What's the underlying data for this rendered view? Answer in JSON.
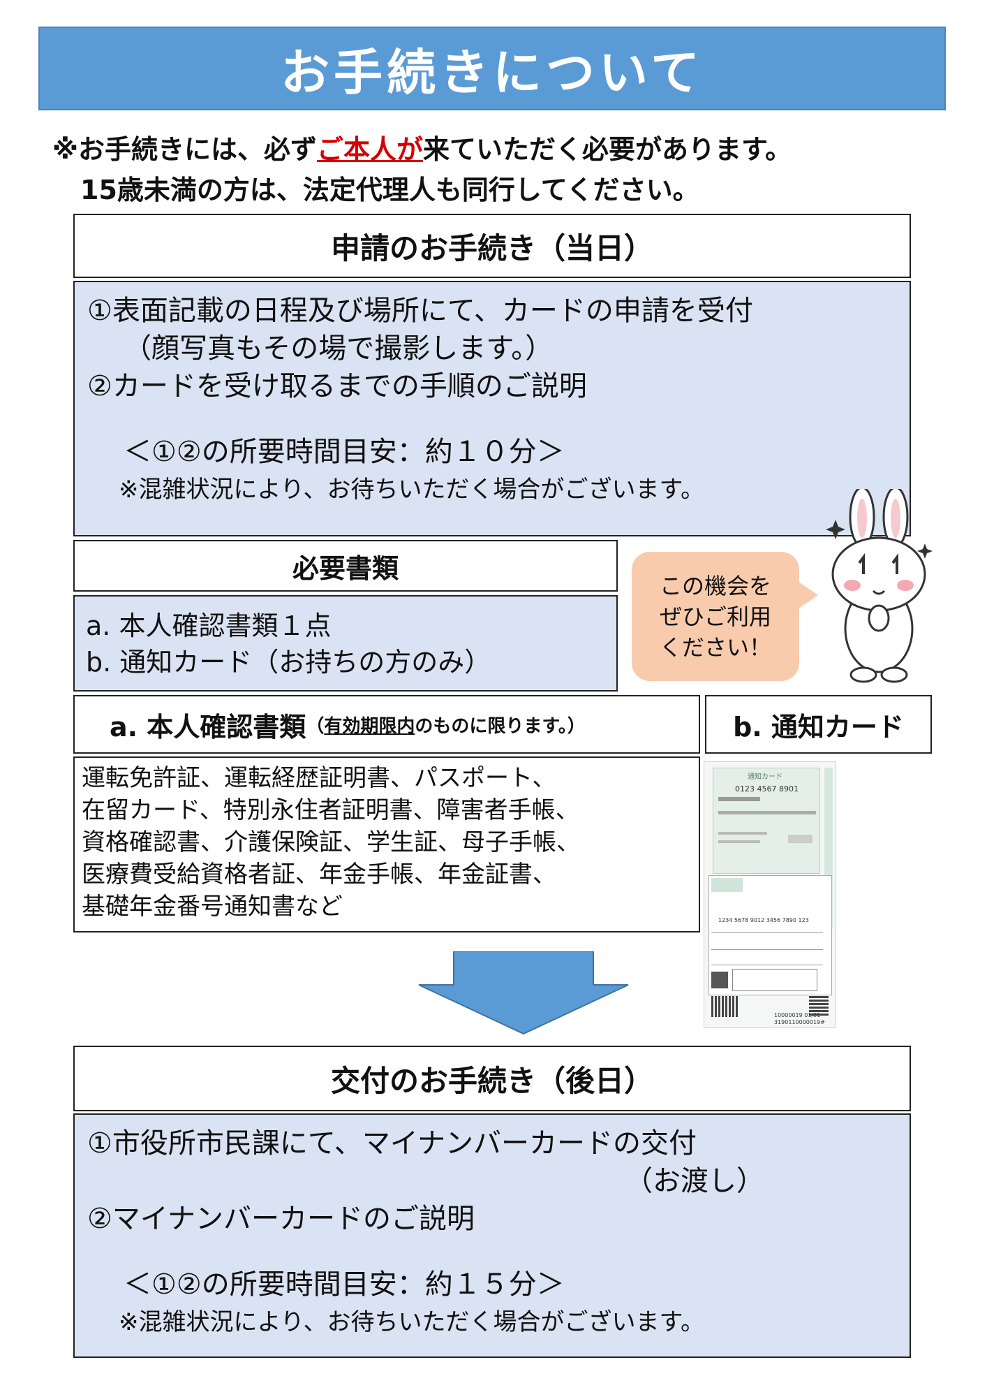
{
  "banner": {
    "title": "お手続きについて"
  },
  "notice": {
    "line1_pre": "※お手続きには、必ず",
    "line1_red": "ご本人が",
    "line1_post": "来ていただく必要があります。",
    "line2": "15歳未満の方は、法定代理人も同行してください。"
  },
  "application": {
    "header": "申請のお手続き（当日）",
    "step1": "①表面記載の日程及び場所にて、カードの申請を受付",
    "step1_sub": "（顔写真もその場で撮影します。）",
    "step2": "②カードを受け取るまでの手順のご説明",
    "time": "＜①②の所要時間目安：約１０分＞",
    "note": "※混雑状況により、お待ちいただく場合がございます。"
  },
  "required_docs": {
    "header": "必要書類",
    "item_a": "a.  本人確認書類１点",
    "item_b": "b.  通知カード（お持ちの方のみ）"
  },
  "bubble": {
    "line1": "この機会を",
    "line2": "ぜひご利用",
    "line3": "ください！"
  },
  "id_docs": {
    "header_main": "a. 本人確認書類",
    "header_paren_open": "（",
    "header_underlined": "有効期限内",
    "header_rest": "のものに限ります。）",
    "lines": [
      "運転免許証、運転経歴証明書、パスポート、",
      "在留カード、特別永住者証明書、障害者手帳、",
      "資格確認書、介護保険証、学生証、母子手帳、",
      "医療費受給資格者証、年金手帳、年金証書、",
      "基礎年金番号通知書など"
    ]
  },
  "notification_card": {
    "header": "b. 通知カード",
    "card_title": "通知カード",
    "card_number": "0123 4567 8901",
    "card_long_number": "1234 5678 9012 3456 7890 123",
    "card_footer_number": "10000019 01/01",
    "card_footer_number2": "3190110000019#"
  },
  "issuance": {
    "header": "交付のお手続き（後日）",
    "step1": "①市役所市民課にて、マイナンバーカードの交付",
    "step1_sub": "（お渡し）",
    "step2": "②マイナンバーカードのご説明",
    "time": "＜①②の所要時間目安：約１５分＞",
    "note": "※混雑状況により、お待ちいただく場合がございます。"
  },
  "colors": {
    "banner": "#5b9bd5",
    "panel": "#dae3f3",
    "bubble": "#f8cbad",
    "emphasis": "#d40000",
    "arrow": "#5b9bd5"
  }
}
